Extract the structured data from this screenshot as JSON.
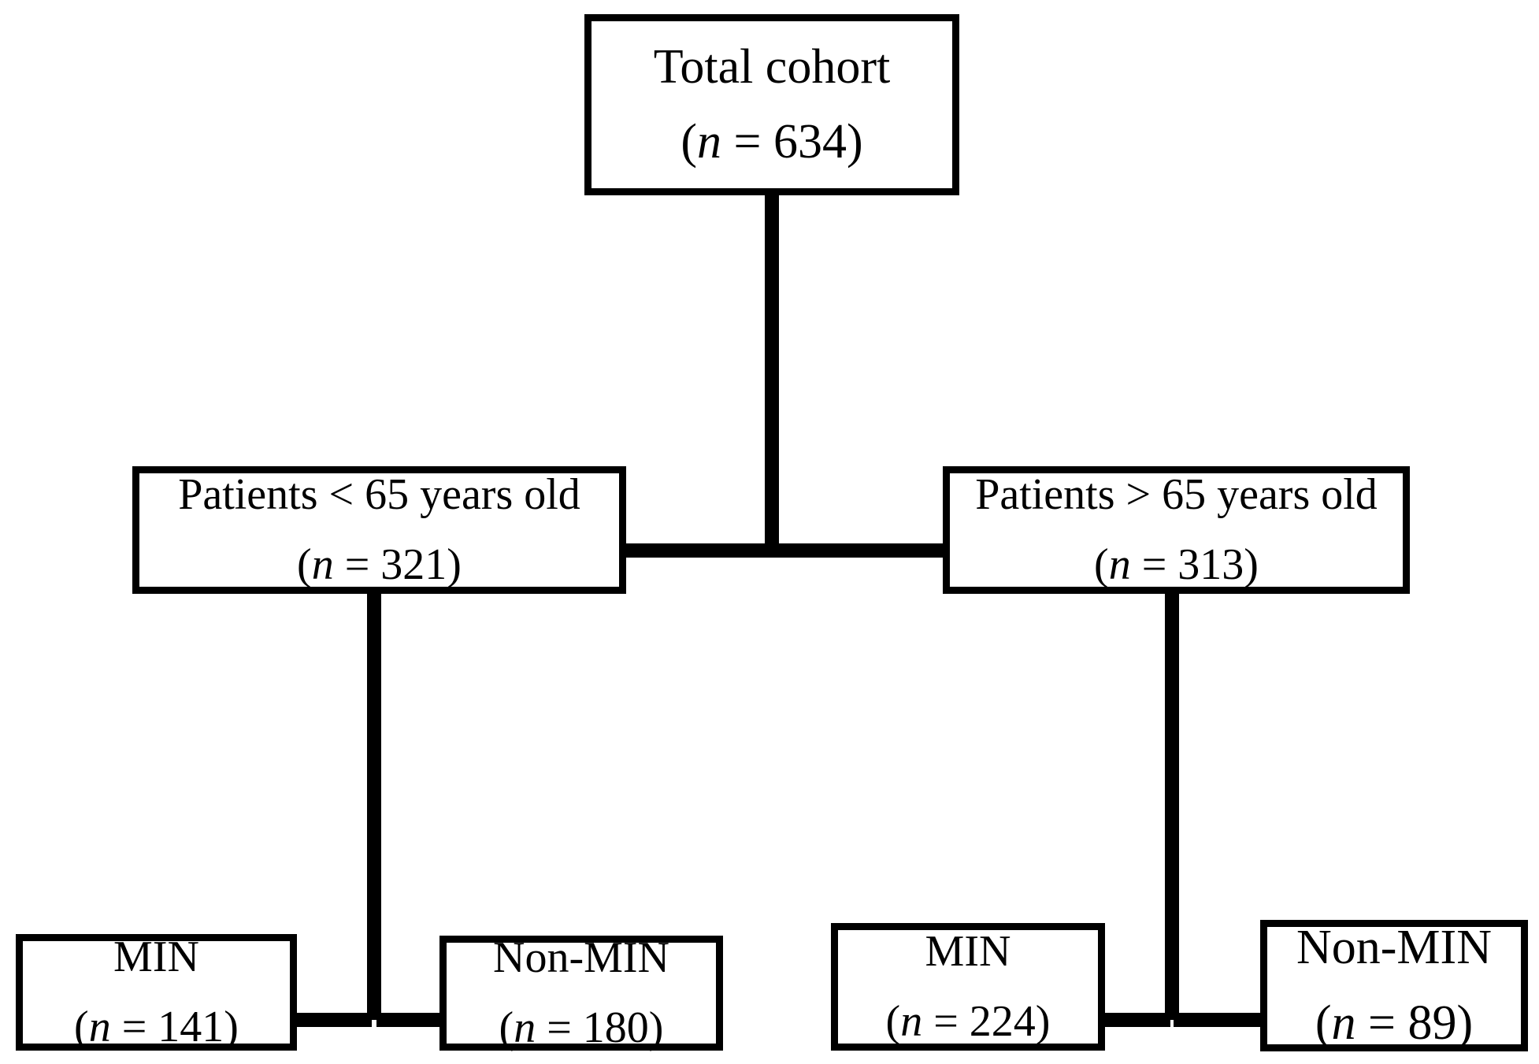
{
  "figure": {
    "type": "flowchart",
    "orientation": "top-down",
    "background_color": "#ffffff",
    "line_color": "#000000",
    "text_color": "#000000"
  },
  "nodes": {
    "total": {
      "id": "total-cohort",
      "label": "Total cohort",
      "count_prefix": "(",
      "count_var": "n",
      "count_eq": " = ",
      "count_value": "634",
      "count_suffix": ")",
      "count_text": "(n = 634)",
      "n": 634
    },
    "under65": {
      "id": "patients-under-65",
      "label": "Patients < 65 years old",
      "count_prefix": "(",
      "count_var": "n",
      "count_eq": " = ",
      "count_value": "321",
      "count_suffix": ")",
      "count_text": "(n = 321)",
      "n": 321
    },
    "over65": {
      "id": "patients-over-65",
      "label": "Patients > 65 years old",
      "count_prefix": "(",
      "count_var": "n",
      "count_eq": " = ",
      "count_value": "313",
      "count_suffix": ")",
      "count_text": "(n = 313)",
      "n": 313
    },
    "min_young": {
      "id": "min-under-65",
      "label": "MIN",
      "count_prefix": "(",
      "count_var": "n",
      "count_eq": " = ",
      "count_value": "141",
      "count_suffix": ")",
      "count_text": "(n = 141)",
      "n": 141
    },
    "nonmin_young": {
      "id": "non-min-under-65",
      "label": "Non-MIN",
      "count_prefix": "(",
      "count_var": "n",
      "count_eq": " = ",
      "count_value": "180",
      "count_suffix": ")",
      "count_text": "(n = 180)",
      "n": 180
    },
    "min_old": {
      "id": "min-over-65",
      "label": "MIN",
      "count_prefix": "(",
      "count_var": "n",
      "count_eq": " = ",
      "count_value": "224",
      "count_suffix": ")",
      "count_text": "(n = 224)",
      "n": 224
    },
    "nonmin_old": {
      "id": "non-min-over-65",
      "label": "Non-MIN",
      "count_prefix": "(",
      "count_var": "n",
      "count_eq": " = ",
      "count_value": "89",
      "count_suffix": ")",
      "count_text": "(n = 89)",
      "n": 89
    }
  },
  "edges": [
    {
      "from": "total-cohort",
      "to": "patients-under-65"
    },
    {
      "from": "total-cohort",
      "to": "patients-over-65"
    },
    {
      "from": "patients-under-65",
      "to": "min-under-65"
    },
    {
      "from": "patients-under-65",
      "to": "non-min-under-65"
    },
    {
      "from": "patients-over-65",
      "to": "min-over-65"
    },
    {
      "from": "patients-over-65",
      "to": "non-min-over-65"
    }
  ]
}
